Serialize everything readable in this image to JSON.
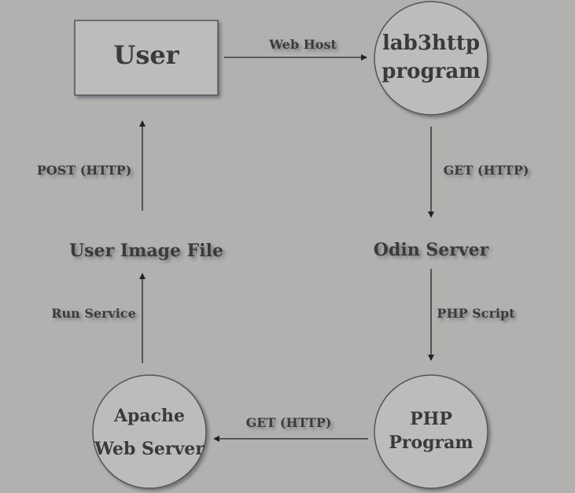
{
  "nodes": {
    "user": {
      "label": "User"
    },
    "lab3http": {
      "line1": "lab3http",
      "line2": "program"
    },
    "odin": {
      "label": "Odin Server"
    },
    "php": {
      "line1": "PHP",
      "line2": "Program"
    },
    "apache": {
      "line1": "Apache",
      "line2": "Web Server"
    },
    "image_file": {
      "label": "User Image File"
    }
  },
  "edges": {
    "user_to_lab3http": "Web Host",
    "lab3http_to_odin": "GET (HTTP)",
    "odin_to_php": "PHP Script",
    "php_to_apache": "GET (HTTP)",
    "apache_to_image": "Run Service",
    "image_to_user": "POST (HTTP)"
  },
  "colors": {
    "background": "#b1b2af",
    "shape_fill": "#bcbdba",
    "stroke": "#333333",
    "text": "#3a3a3a",
    "shadow": "#6f6f78"
  }
}
